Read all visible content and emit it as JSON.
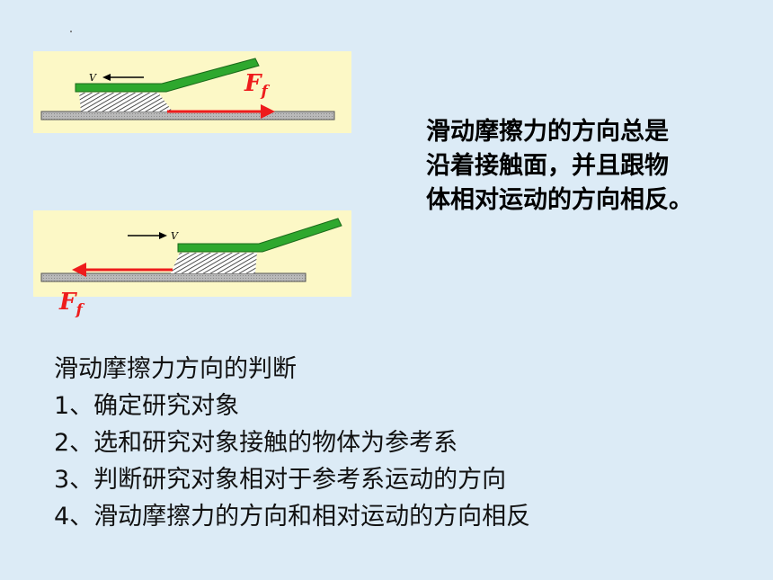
{
  "diagram_top": {
    "velocity_label": "V",
    "force_label": "F",
    "force_subscript": "f"
  },
  "diagram_bottom": {
    "velocity_label": "V",
    "force_label": "F",
    "force_subscript": "f"
  },
  "statement": {
    "lines": [
      "滑动摩擦力的方向总是",
      "沿着接触面，并且跟物",
      "体相对运动的方向相反。"
    ]
  },
  "steps": {
    "heading": "滑动摩擦力方向的判断",
    "items": [
      "1、确定研究对象",
      "2、选和研究对象接触的物体为参考系",
      "3、判断研究对象相对于参考系运动的方向",
      "4、滑动摩擦力的方向和相对运动的方向相反"
    ]
  },
  "colors": {
    "background": "#dcebf6",
    "panel": "#fcf8c6",
    "force_arrow": "#ee1c1c",
    "brush_handle": "#2ea82e"
  }
}
